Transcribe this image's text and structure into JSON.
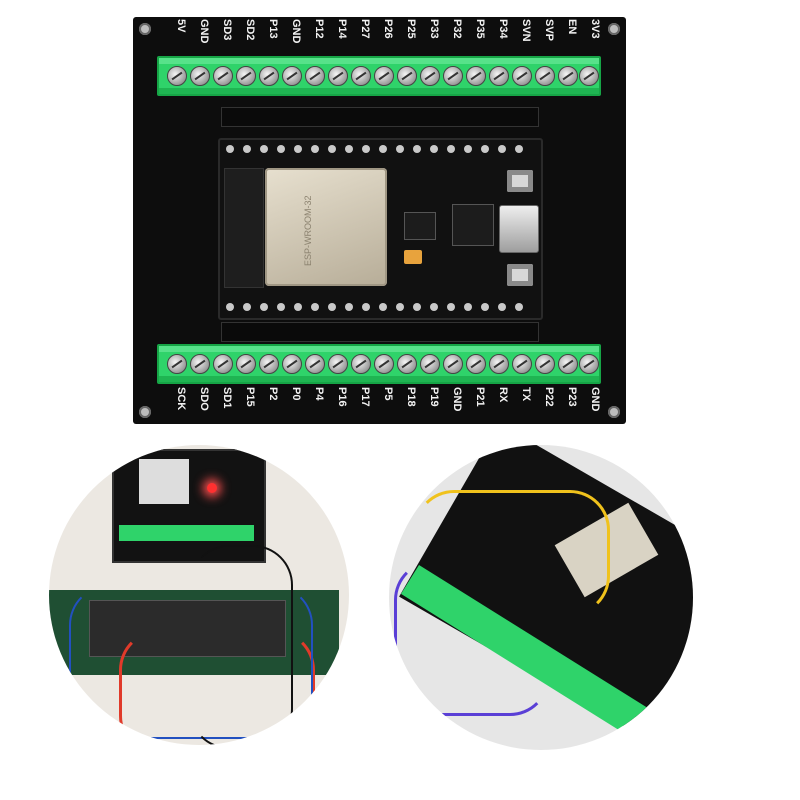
{
  "board": {
    "top_labels": [
      "5V",
      "GND",
      "SD3",
      "SD2",
      "P13",
      "GND",
      "P12",
      "P14",
      "P27",
      "P26",
      "P25",
      "P33",
      "P32",
      "P35",
      "P34",
      "SVN",
      "SVP",
      "EN",
      "3V3"
    ],
    "top_corner_label": "5V",
    "bottom_labels": [
      "SCK",
      "SDO",
      "SD1",
      "P15",
      "P2",
      "P0",
      "P4",
      "P16",
      "P17",
      "P5",
      "P18",
      "P19",
      "GND",
      "P21",
      "RX",
      "TX",
      "P22",
      "P23",
      "GND"
    ]
  },
  "module": {
    "text": "ESP-WROOM-32"
  },
  "colors": {
    "board": "#0d0d0d",
    "terminal": "#2fd36a",
    "label": "#f2f2f2"
  }
}
